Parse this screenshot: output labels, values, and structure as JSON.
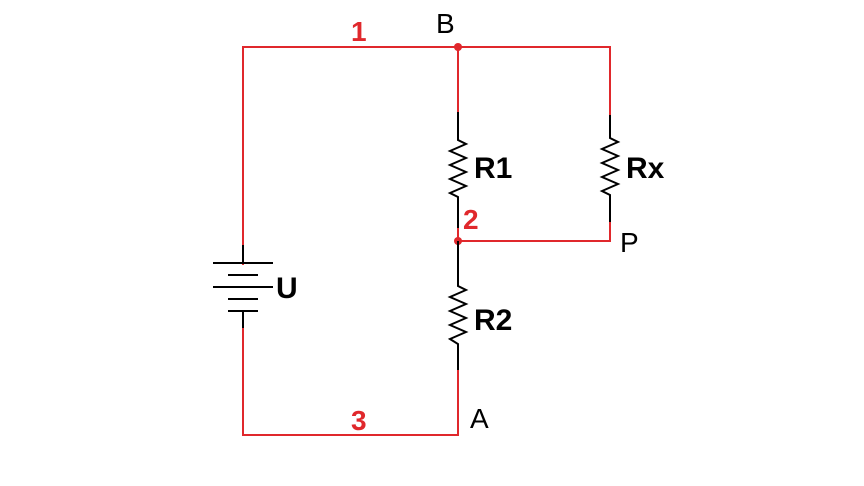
{
  "colors": {
    "wire": "#e0282c",
    "component": "#000000",
    "background": "#ffffff"
  },
  "components": {
    "source": "U",
    "r1": "R1",
    "r2": "R2",
    "rx": "Rx"
  },
  "nodes": {
    "b": "B",
    "p": "P",
    "a": "A"
  },
  "nets": {
    "n1": "1",
    "n2": "2",
    "n3": "3"
  }
}
